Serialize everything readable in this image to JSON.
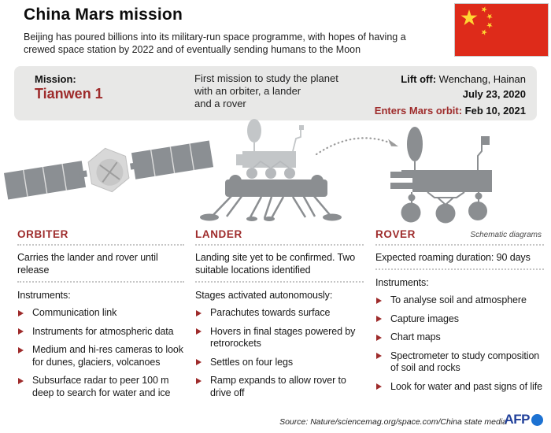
{
  "header": {
    "title": "China Mars mission",
    "subtitle_lines": [
      "Beijing has poured billions into its military-run space programme, with hopes of having a",
      "crewed space station by 2022 and of eventually sending humans to the Moon"
    ]
  },
  "mission_bar": {
    "mission_label": "Mission:",
    "mission_name": "Tianwen 1",
    "description_lines": [
      "First mission to study the planet",
      "with an orbiter, a lander",
      "and a rover"
    ],
    "liftoff_label": "Lift off:",
    "liftoff_place": "Wenchang, Hainan",
    "liftoff_date": "July 23, 2020",
    "orbit_label": "Enters Mars orbit:",
    "orbit_date": "Feb 10, 2021"
  },
  "schematic_note": "Schematic diagrams",
  "columns": [
    {
      "header": "ORBITER",
      "description": "Carries the lander and rover until release",
      "list_title": "Instruments:",
      "items": [
        "Communication link",
        "Instruments for atmospheric data",
        "Medium and hi-res cameras to look for dunes, glaciers, volcanoes",
        "Subsurface radar to peer 100 m deep to search for water and ice"
      ]
    },
    {
      "header": "LANDER",
      "description": "Landing site yet to be confirmed. Two suitable locations identified",
      "list_title": "Stages activated autonomously:",
      "items": [
        "Parachutes towards surface",
        "Hovers in final stages powered by retrorockets",
        "Settles on four legs",
        "Ramp expands to allow rover to drive off"
      ]
    },
    {
      "header": "ROVER",
      "description": "Expected roaming duration: 90 days",
      "list_title": "Instruments:",
      "items": [
        "To analyse soil and atmosphere",
        "Capture images",
        "Chart maps",
        "Spectrometer to study composition of soil and rocks",
        "Look for water and past signs of life"
      ]
    }
  ],
  "footer": {
    "source": "Source: Nature/sciencemag.org/space.com/China state media",
    "agency": "AFP"
  },
  "icons": {
    "flag": "china-flag",
    "orbiter": "orbiter-schematic",
    "lander": "lander-schematic",
    "rover": "rover-schematic",
    "arrow": "deploy-arrow",
    "bullet": "triangle-bullet"
  },
  "colors": {
    "accent_red": "#9e2b2b",
    "bar_gray": "#e8e8e7",
    "schematic_gray": "#8b8e91",
    "schematic_light_gray": "#c3c6c8",
    "flag_red": "#de2b1a",
    "flag_yellow": "#ffd633",
    "afp_navy": "#21409a",
    "afp_blue": "#1d72d2"
  }
}
